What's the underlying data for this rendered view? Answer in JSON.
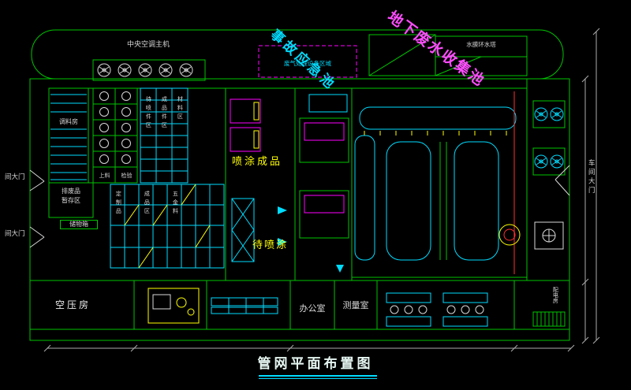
{
  "colors": {
    "background": "#000000",
    "wall_green": "#00c400",
    "equipment_cyan": "#00dcff",
    "highlight_yellow": "#ffff00",
    "zone_magenta": "#ff00ff",
    "machine_orange": "#ff9100",
    "alert_red": "#ff3030",
    "text_white": "#d8d8d8"
  },
  "title": {
    "text": "管网平面布置图"
  },
  "plan": {
    "top": {
      "central_ac": "中央空调主机",
      "water_tower": "水膜环水塔",
      "gas_treatment": "废气处理设备区域",
      "emergency_pool": "事故应急池",
      "underground_pool": "地下废水收集池"
    },
    "left": {
      "mixing_room": "调料房",
      "loading": "上料",
      "inspection": "检验",
      "scrap_line1": "排废品",
      "scrap_line2": "暂存区",
      "storage_box": "储物箱",
      "rack_cols": [
        "待喷件区",
        "成品件区",
        "材料区"
      ],
      "grid_cols": [
        "定制品",
        "成品区",
        "五金料"
      ]
    },
    "center": {
      "spray_finished": "喷涂成品",
      "awaiting_spray": "待喷涂"
    },
    "gates": {
      "left_top": "间大门",
      "left_bottom": "间大门",
      "right": "车间大门"
    },
    "bottom": {
      "air_compressor_room": "空压房",
      "office": "办公室",
      "measuring_room": "测量室",
      "power_room": "配电房"
    }
  }
}
